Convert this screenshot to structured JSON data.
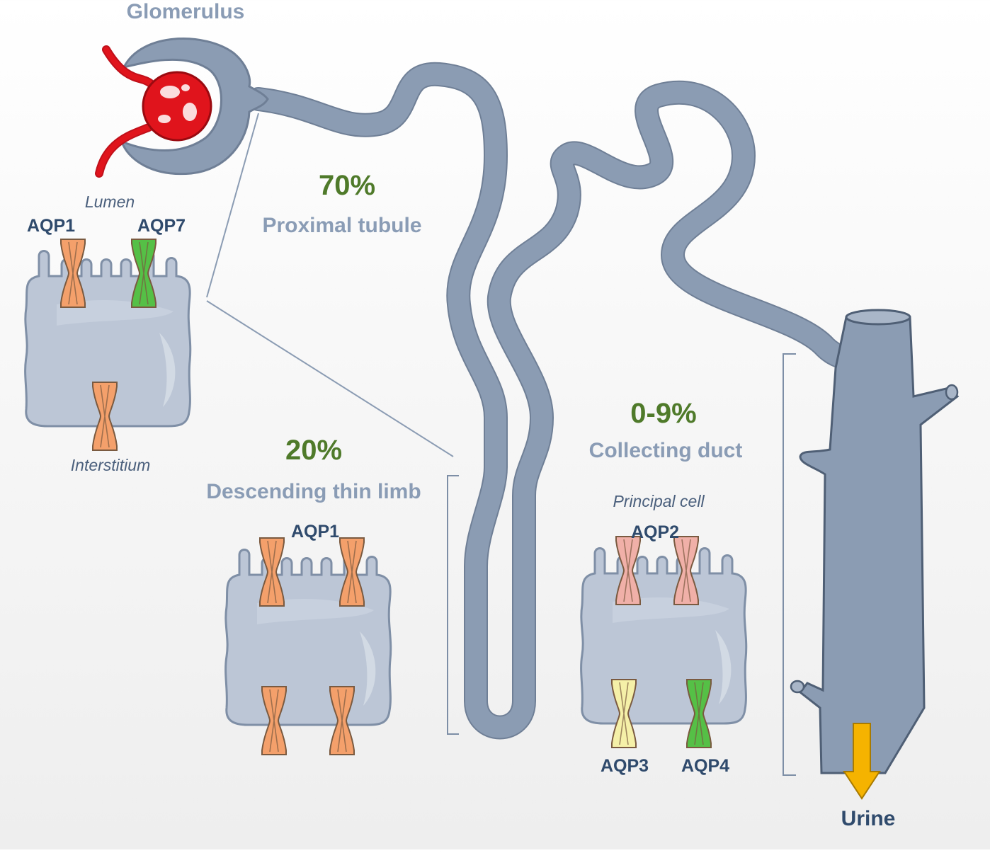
{
  "labels": {
    "glomerulus": "Glomerulus",
    "lumen": "Lumen",
    "interstitium": "Interstitium",
    "proximal_pct": "70%",
    "proximal_name": "Proximal tubule",
    "descending_pct": "20%",
    "descending_name": "Descending thin limb",
    "collecting_pct": "0-9%",
    "collecting_name": "Collecting duct",
    "principal_cell": "Principal cell",
    "urine": "Urine"
  },
  "aquaporins": {
    "proximal_apical_1": "AQP1",
    "proximal_apical_2": "AQP7",
    "descending": "AQP1",
    "collecting_apical": "AQP2",
    "collecting_basal_1": "AQP3",
    "collecting_basal_2": "AQP4"
  },
  "colors": {
    "tubule": "#8b9cb3",
    "tubule_outline": "#6f7f96",
    "cell": "#bcc6d6",
    "aqp1": "#f4a06b",
    "aqp2": "#f0b0a8",
    "aqp3": "#f5f0a8",
    "aqp4_aqp7": "#55c046",
    "blood": "#e0141c",
    "urine_arrow": "#f5b300",
    "percent": "#4f7a2a"
  }
}
